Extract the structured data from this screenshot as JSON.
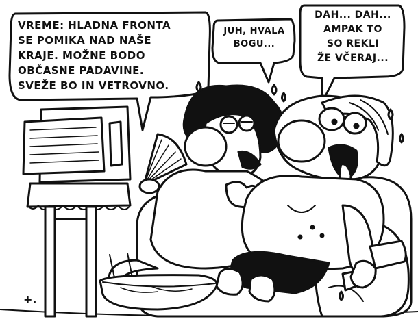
{
  "speech": {
    "weather_report": "VREME: HLADNA FRONTA\nSE POMIKA NAD NAŠE\nKRAJE. MOŽNE BODO\nOBČASNE PADAVINE.\nSVEŽE BO IN VETROVNO.",
    "wife": "JUH, HVALA\nBOGU...",
    "husband": "DAH... DAH...\nAMPAK TO\nSO REKLI\nŽE VČERAJ..."
  },
  "signature": "+.",
  "colors": {
    "ink": "#111111",
    "paper": "#ffffff"
  }
}
